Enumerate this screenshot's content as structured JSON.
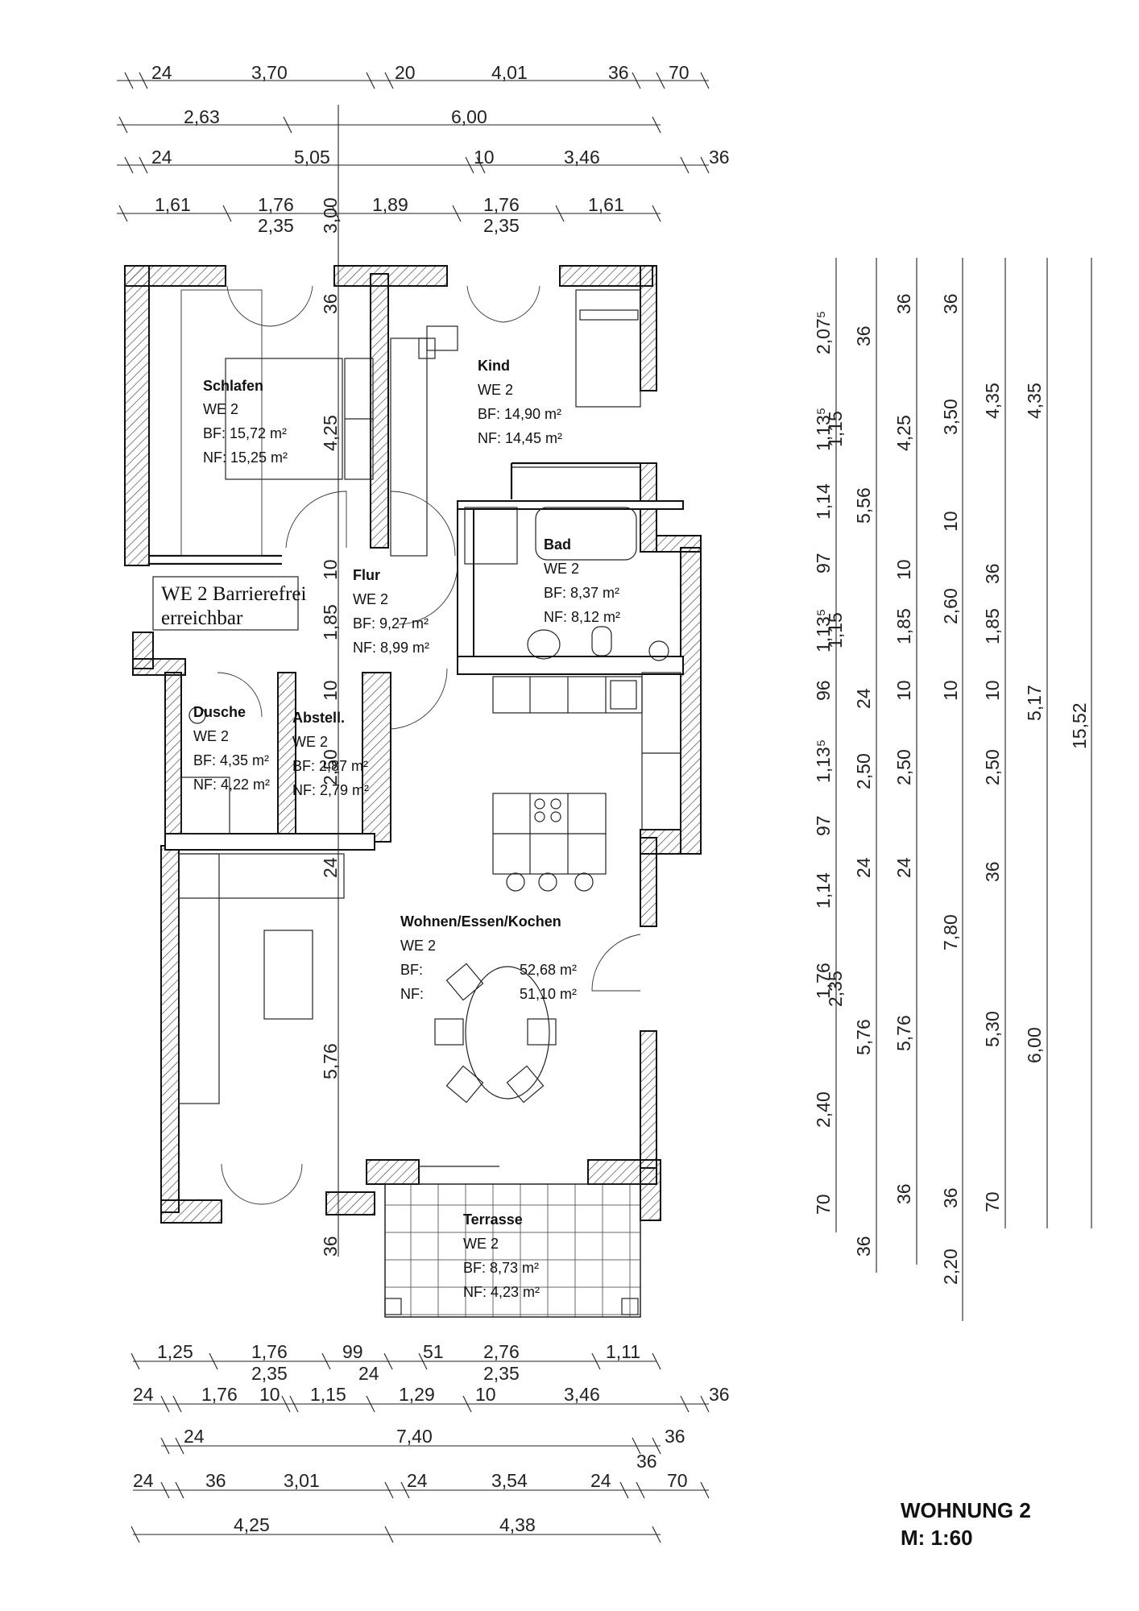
{
  "title": "WOHNUNG 2",
  "scale": "M: 1:60",
  "note": [
    "WE 2 Barrierefrei",
    "erreichbar"
  ],
  "rooms": [
    {
      "name": "Schlafen",
      "unit": "WE 2",
      "bf": "BF: 15,72 m²",
      "nf": "NF: 15,25 m²"
    },
    {
      "name": "Kind",
      "unit": "WE 2",
      "bf": "BF: 14,90 m²",
      "nf": "NF: 14,45 m²"
    },
    {
      "name": "Flur",
      "unit": "WE 2",
      "bf": "BF: 9,27 m²",
      "nf": "NF: 8,99 m²"
    },
    {
      "name": "Bad",
      "unit": "WE 2",
      "bf": "BF: 8,37 m²",
      "nf": "NF: 8,12 m²"
    },
    {
      "name": "Dusche",
      "unit": "WE 2",
      "bf": "BF: 4,35 m²",
      "nf": "NF: 4,22 m²"
    },
    {
      "name": "Abstell.",
      "unit": "WE 2",
      "bf": "BF: 2,87 m²",
      "nf": "NF: 2,79 m²"
    },
    {
      "name": "Wohnen/Essen/Kochen",
      "unit": "WE 2",
      "bf": "BF:",
      "bf_val": "52,68 m²",
      "nf": "NF:",
      "nf_val": "51,10 m²"
    },
    {
      "name": "Terrasse",
      "unit": "WE 2",
      "bf": "BF: 8,73 m²",
      "nf": "NF: 4,23 m²"
    }
  ],
  "dim_top": [
    [
      "24",
      "3,70",
      "20",
      "4,01",
      "36",
      "70"
    ],
    [
      "2,63",
      "6,00"
    ],
    [
      "24",
      "5,05",
      "10",
      "3,46",
      "36"
    ],
    [
      "1,61",
      "1,76",
      "3,00",
      "1,89",
      "1,76",
      "1,61"
    ],
    [
      "2,35",
      "2,35"
    ]
  ],
  "dim_bottom": [
    [
      "1,25",
      "1,76",
      "99",
      "51",
      "2,76",
      "1,11"
    ],
    [
      "2,35",
      "24",
      "2,35"
    ],
    [
      "24",
      "1,76",
      "10",
      "1,15",
      "1,29",
      "10",
      "3,46",
      "36"
    ],
    [
      "24",
      "7,40",
      "36",
      "36"
    ],
    [
      "24",
      "36",
      "3,01",
      "24",
      "3,54",
      "24",
      "70"
    ],
    [
      "4,25",
      "4,38"
    ]
  ],
  "dim_inner": [
    "36",
    "4,25",
    "10",
    "1,85",
    "10",
    "2,50",
    "24",
    "5,76",
    "36"
  ],
  "dim_right": [
    [
      "2,07⁵",
      "1,13⁵",
      "1,14",
      "97",
      "1,13⁵",
      "96",
      "1,13⁵",
      "97",
      "1,14",
      "1,76",
      "2,40",
      "70",
      "36"
    ],
    [
      "36",
      "1,15",
      "5,56",
      "1,15",
      "24",
      "2,50",
      "24",
      "2,35",
      "5,76"
    ],
    [
      "36",
      "4,25",
      "10",
      "1,85",
      "10",
      "2,50",
      "24",
      "5,76",
      "36"
    ],
    [
      "36",
      "3,50",
      "10",
      "2,60",
      "10",
      "7,80",
      "36",
      "2,20"
    ],
    [
      "36",
      "36",
      "1,85",
      "10",
      "2,50",
      "36",
      "5,30",
      "70"
    ],
    [
      "4,35",
      "5,17",
      "6,00"
    ],
    [
      "4,35",
      "15,52"
    ]
  ]
}
